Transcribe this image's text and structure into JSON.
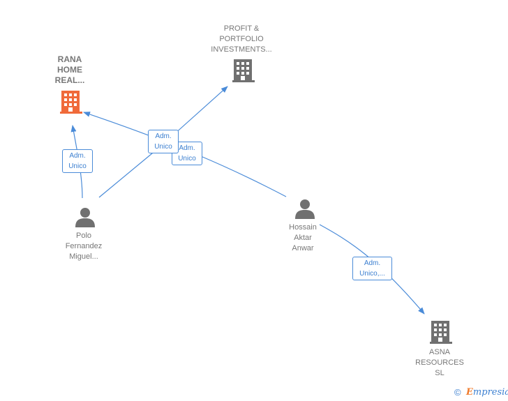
{
  "nodes": {
    "rana": {
      "label_lines": [
        "RANA",
        "HOME",
        "REAL..."
      ],
      "icon": "building-icon",
      "color": "#f06a3a"
    },
    "profit": {
      "label_lines": [
        "PROFIT &",
        "PORTFOLIO",
        "INVESTMENTS..."
      ],
      "icon": "building-icon",
      "color": "#707070"
    },
    "polo": {
      "label_lines": [
        "Polo",
        "Fernandez",
        "Miguel..."
      ],
      "icon": "person-icon",
      "color": "#707070"
    },
    "hossain": {
      "label_lines": [
        "Hossain",
        "Aktar",
        "Anwar"
      ],
      "icon": "person-icon",
      "color": "#707070"
    },
    "asna": {
      "label_lines": [
        "ASNA",
        "RESOURCES",
        "SL"
      ],
      "icon": "building-icon",
      "color": "#707070"
    }
  },
  "edges": [
    {
      "id": "polo-rana",
      "label_lines": [
        "Adm.",
        "Unico"
      ]
    },
    {
      "id": "polo-profit",
      "label_lines": [
        "Adm.",
        "Unico"
      ]
    },
    {
      "id": "hossain-rana",
      "label_lines": [
        "Adm.",
        "Unico"
      ]
    },
    {
      "id": "hossain-asna",
      "label_lines": [
        "Adm.",
        "Unico,..."
      ]
    }
  ],
  "footer": {
    "copyright_symbol": "©",
    "brand_initial": "E",
    "brand_rest": "mpresia"
  },
  "colors": {
    "edge": "#4a8bd8",
    "focus": "#f06a3a",
    "node": "#707070"
  }
}
